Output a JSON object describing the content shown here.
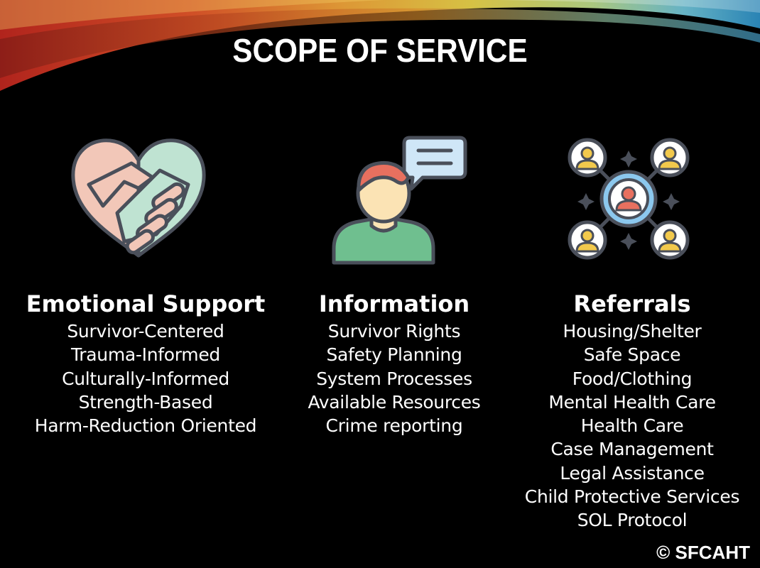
{
  "slide": {
    "title": "SCOPE OF SERVICE",
    "copyright": "© SFCAHT",
    "colors": {
      "background": "#000000",
      "text": "#ffffff",
      "icon_outline": "#4a4f5a",
      "heart_pink": "#f2c7b8",
      "heart_mint": "#bfe3d2",
      "skin": "#fbe3b4",
      "hair": "#e8705f",
      "shirt": "#6fbf8f",
      "bubble": "#cfe6f7",
      "network_ring": "#8cc8ee",
      "person_yellow": "#f2c94c"
    }
  },
  "columns": [
    {
      "heading": "Emotional Support",
      "icon": "handshake-heart-icon",
      "items": [
        "Survivor-Centered",
        "Trauma-Informed",
        "Culturally-Informed",
        "Strength-Based",
        "Harm-Reduction Oriented"
      ]
    },
    {
      "heading": "Information",
      "icon": "person-speech-bubble-icon",
      "items": [
        "Survivor Rights",
        "Safety Planning",
        "System Processes",
        "Available Resources",
        "Crime reporting"
      ]
    },
    {
      "heading": "Referrals",
      "icon": "people-network-icon",
      "items": [
        "Housing/Shelter",
        "Safe Space",
        "Food/Clothing",
        "Mental Health Care",
        "Health Care",
        "Case Management",
        "Legal Assistance",
        "Child Protective Services",
        "SOL Protocol"
      ]
    }
  ]
}
